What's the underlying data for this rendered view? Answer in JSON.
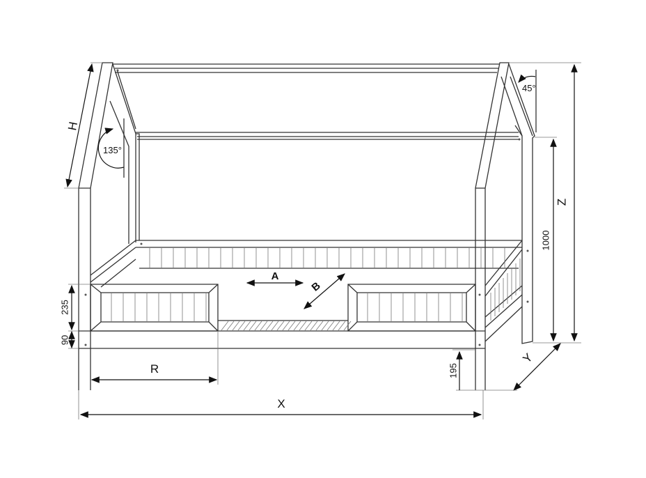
{
  "title": "House bed dimension drawing",
  "labels": {
    "H": "H",
    "angle_135": "135°",
    "angle_45": "45°",
    "Z": "Z",
    "height_1000": "1000",
    "Y": "Y",
    "height_195": "195",
    "X": "X",
    "R": "R",
    "height_235": "235",
    "height_90": "90",
    "A": "A",
    "B": "B"
  },
  "colors": {
    "line": "#333333",
    "dimension": "#111111"
  }
}
